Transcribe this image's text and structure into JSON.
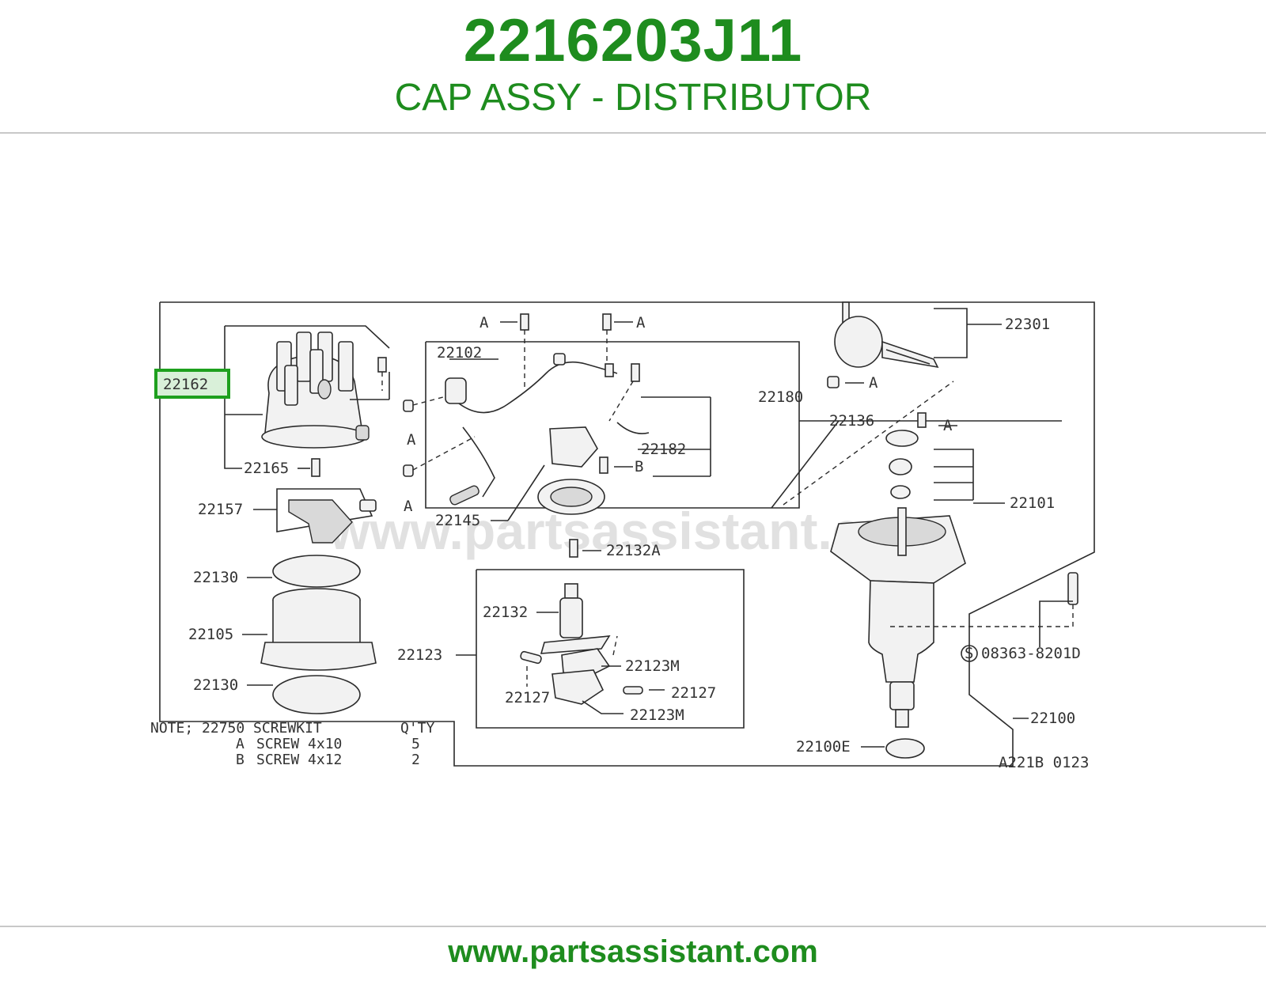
{
  "header": {
    "part_number": "2216203J11",
    "part_name": "CAP ASSY - DISTRIBUTOR"
  },
  "footer": {
    "website": "www.partsassistant.com"
  },
  "watermark": "www.partsassistant.com",
  "highlight_color": "#1ea01e",
  "brand_color": "#1e8c1e",
  "diagram": {
    "highlighted_label": "22162",
    "labels": {
      "l22162": "22162",
      "l22165": "22165",
      "l22157": "22157",
      "l22130a": "22130",
      "l22105": "22105",
      "l22130b": "22130",
      "l22102": "22102",
      "l22145": "22145",
      "l22180": "22180",
      "l22182": "22182",
      "l22136": "22136",
      "l22301": "22301",
      "l22101": "22101",
      "l22132A": "22132A",
      "l22132": "22132",
      "l22123": "22123",
      "l22123Ma": "22123M",
      "l22127a": "22127",
      "l22127b": "22127",
      "l22123Mb": "22123M",
      "l08363": "08363-8201D",
      "l22100": "22100",
      "l22100E": "22100E",
      "refcode": "A221B 0123",
      "A1": "A",
      "A2": "A",
      "A3": "A",
      "A4": "A",
      "A5": "A",
      "A6": "A",
      "B1": "B",
      "S": "S"
    },
    "note": {
      "line1": "NOTE; 22750 SCREWKIT",
      "qty_header": "Q'TY",
      "row1_code": "A",
      "row1_desc": "SCREW 4x10",
      "row1_qty": "5",
      "row2_code": "B",
      "row2_desc": "SCREW 4x12",
      "row2_qty": "2"
    }
  }
}
